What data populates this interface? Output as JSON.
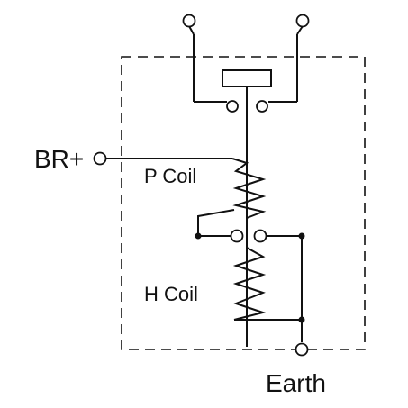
{
  "diagram": {
    "labels": {
      "br_plus": "BR+",
      "p_coil": "P Coil",
      "h_coil": "H Coil",
      "earth": "Earth"
    },
    "colors": {
      "line": "#111111",
      "background": "#ffffff"
    }
  }
}
